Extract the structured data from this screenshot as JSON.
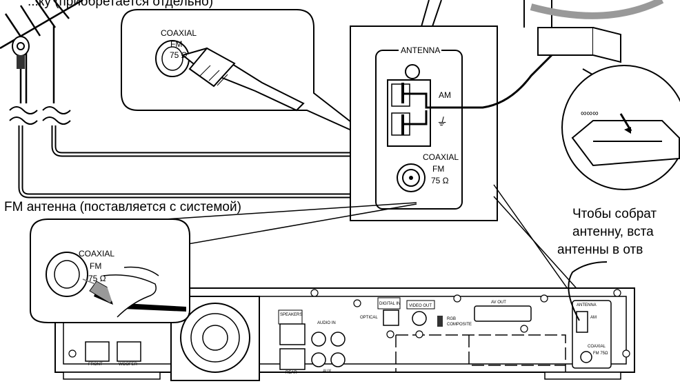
{
  "captions": {
    "top_text": "...ку (приобретается отдельно)",
    "fm_antenna": "FM антенна (поставляется с системой)",
    "assemble_line1": "Чтобы собрат",
    "assemble_line2": "антенну, вста",
    "assemble_line3": "антенны в отв"
  },
  "terminal_panel": {
    "antenna_header": "ANTENNA",
    "am_label": "AM",
    "ground_symbol": "⏚",
    "coaxial": "COAXIAL",
    "fm": "FM",
    "ohms": "75 Ω"
  },
  "callout_top": {
    "coaxial": "COAXIAL",
    "fm": "FM",
    "ohms": "75 Ω"
  },
  "callout_bottom": {
    "coaxial": "COAXIAL",
    "fm": "FM",
    "ohms": "75 Ω"
  },
  "rear_panel": {
    "speakers": "SPEAKERS",
    "audio_in": "AUDIO IN",
    "digital_in": "DIGITAL IN",
    "optical": "OPTICAL",
    "video_out": "VIDEO OUT",
    "rgb": "RGB",
    "composite": "COMPOSITE",
    "av_out": "AV OUT",
    "antenna": "ANTENNA",
    "am": "AM",
    "coaxial": "COAXIAL",
    "fm_ohms": "FM 75Ω",
    "front": "FRONT",
    "woofer": "WOOFER",
    "rear": "REAR",
    "aux": "AUX"
  }
}
